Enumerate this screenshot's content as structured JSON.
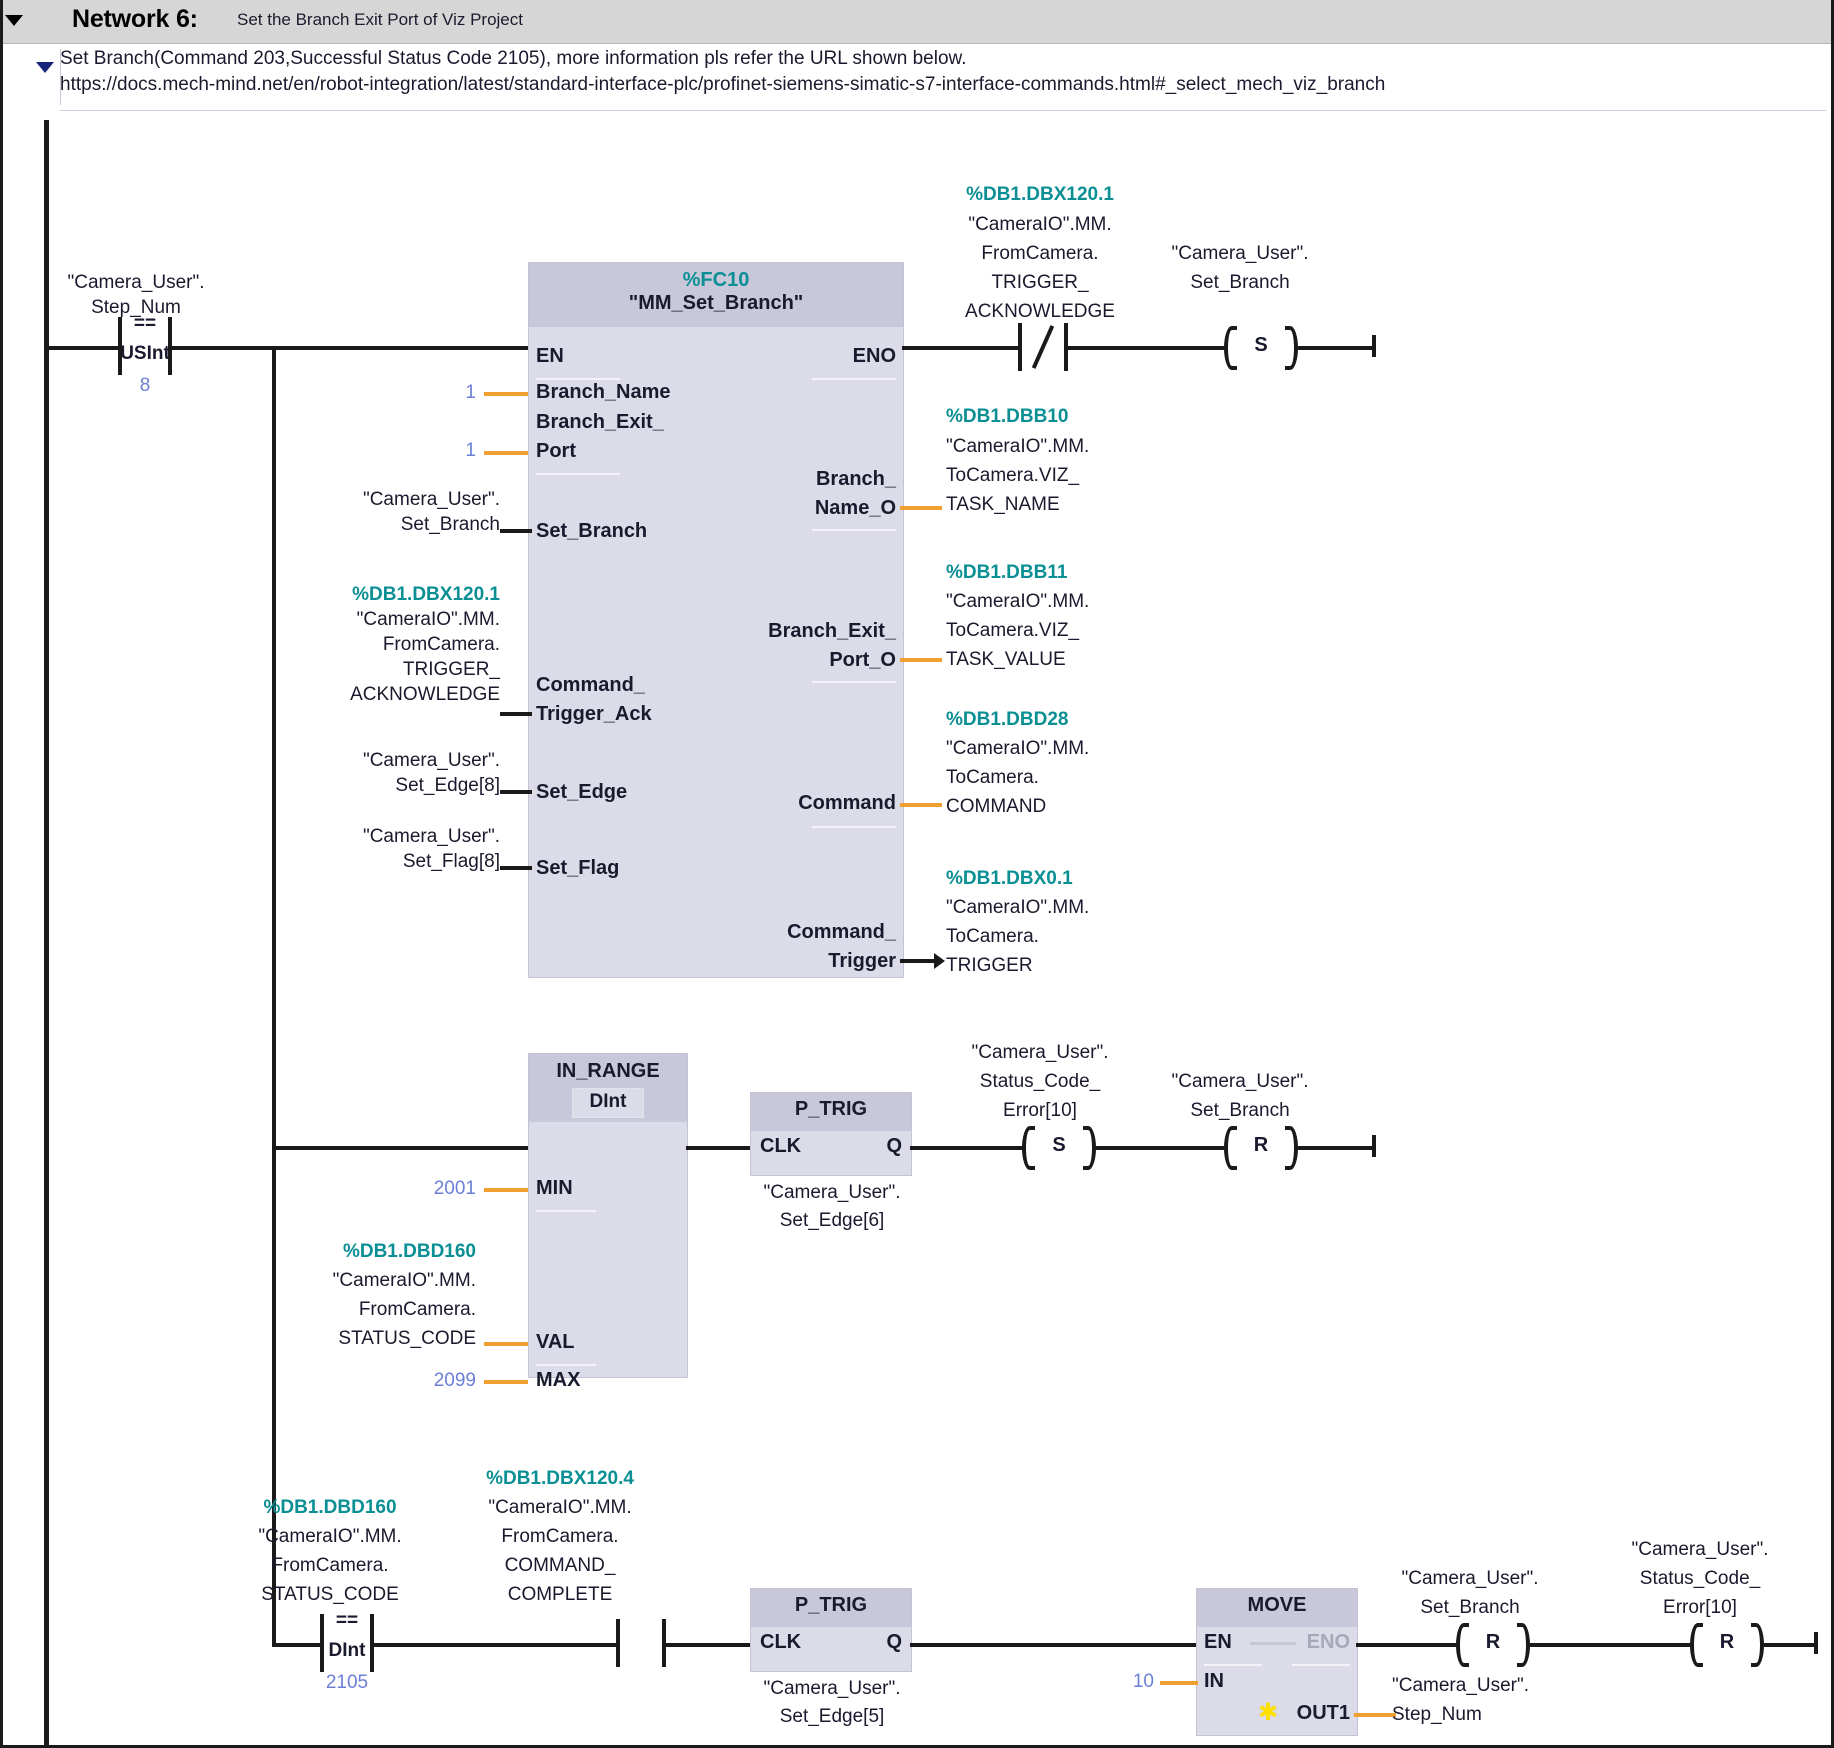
{
  "header": {
    "collapse_icon": "triangle-down-icon",
    "network_label": "Network 6:",
    "network_title": "Set the Branch Exit Port of Viz Project"
  },
  "comment": {
    "collapse_icon": "triangle-down-icon",
    "line1": "Set Branch(Command 203,Successful Status Code 2105), more information pls refer the URL shown below.",
    "line2": "https://docs.mech-mind.net/en/robot-integration/latest/standard-interface-plc/profinet-siemens-simatic-s7-interface-commands.html#_select_mech_viz_branch"
  },
  "rung1": {
    "contact": {
      "operand_line1": "\"Camera_User\".",
      "operand_line2": "Step_Num",
      "op": "==",
      "type": "USInt",
      "value": "8"
    },
    "fc_block": {
      "address": "%FC10",
      "name": "\"MM_Set_Branch\"",
      "en": "EN",
      "eno": "ENO",
      "inputs": [
        {
          "pin": "Branch_Name",
          "pin2": "",
          "value": "1",
          "kind": "const"
        },
        {
          "pin": "Branch_Exit_",
          "pin2": "Port",
          "value": "1",
          "kind": "const"
        },
        {
          "pin": "Set_Branch",
          "operand": [
            "\"Camera_User\".",
            "Set_Branch"
          ]
        },
        {
          "pin": "Command_",
          "pin2": "Trigger_Ack",
          "operand": [
            "%DB1.DBX120.1",
            "\"CameraIO\".MM.",
            "FromCamera.",
            "TRIGGER_",
            "ACKNOWLEDGE"
          ]
        },
        {
          "pin": "Set_Edge",
          "operand": [
            "\"Camera_User\".",
            "Set_Edge[8]"
          ]
        },
        {
          "pin": "Set_Flag",
          "operand": [
            "\"Camera_User\".",
            "Set_Flag[8]"
          ]
        }
      ],
      "outputs": [
        {
          "pin": "Branch_",
          "pin2": "Name_O",
          "operand": [
            "%DB1.DBB10",
            "\"CameraIO\".MM.",
            "ToCamera.VIZ_",
            "TASK_NAME"
          ]
        },
        {
          "pin": "Branch_Exit_",
          "pin2": "Port_O",
          "operand": [
            "%DB1.DBB11",
            "\"CameraIO\".MM.",
            "ToCamera.VIZ_",
            "TASK_VALUE"
          ]
        },
        {
          "pin": "Command",
          "pin2": "",
          "operand": [
            "%DB1.DBD28",
            "\"CameraIO\".MM.",
            "ToCamera.",
            "COMMAND"
          ]
        },
        {
          "pin": "Command_",
          "pin2": "Trigger",
          "operand": [
            "%DB1.DBX0.1",
            "\"CameraIO\".MM.",
            "ToCamera.",
            "TRIGGER"
          ]
        }
      ]
    },
    "nc_contact": {
      "operand": [
        "%DB1.DBX120.1",
        "\"CameraIO\".MM.",
        "FromCamera.",
        "TRIGGER_",
        "ACKNOWLEDGE"
      ]
    },
    "set_coil": {
      "letter": "S",
      "operand": [
        "\"Camera_User\".",
        "Set_Branch"
      ]
    }
  },
  "rung2": {
    "in_range": {
      "name": "IN_RANGE",
      "dtype": "DInt",
      "min_pin": "MIN",
      "min_value": "2001",
      "val_pin": "VAL",
      "val_operand": [
        "%DB1.DBD160",
        "\"CameraIO\".MM.",
        "FromCamera.",
        "STATUS_CODE"
      ],
      "max_pin": "MAX",
      "max_value": "2099"
    },
    "p_trig": {
      "name": "P_TRIG",
      "clk": "CLK",
      "q": "Q",
      "operand": [
        "\"Camera_User\".",
        "Set_Edge[6]"
      ]
    },
    "set_coil": {
      "letter": "S",
      "operand": [
        "\"Camera_User\".",
        "Status_Code_",
        "Error[10]"
      ]
    },
    "reset_coil": {
      "letter": "R",
      "operand": [
        "\"Camera_User\".",
        "Set_Branch"
      ]
    }
  },
  "rung3": {
    "cmp_contact": {
      "operand": [
        "%DB1.DBD160",
        "\"CameraIO\".MM.",
        "FromCamera.",
        "STATUS_CODE"
      ],
      "op": "==",
      "type": "DInt",
      "value": "2105"
    },
    "no_contact": {
      "operand": [
        "%DB1.DBX120.4",
        "\"CameraIO\".MM.",
        "FromCamera.",
        "COMMAND_",
        "COMPLETE"
      ]
    },
    "p_trig": {
      "name": "P_TRIG",
      "clk": "CLK",
      "q": "Q",
      "operand": [
        "\"Camera_User\".",
        "Set_Edge[5]"
      ]
    },
    "move": {
      "name": "MOVE",
      "en": "EN",
      "eno": "ENO",
      "in_pin": "IN",
      "in_value": "10",
      "out_pin": "OUT1",
      "out_icon": "asterisk-icon",
      "out_operand": [
        "\"Camera_User\".",
        "Step_Num"
      ]
    },
    "reset_coil_1": {
      "letter": "R",
      "operand": [
        "\"Camera_User\".",
        "Set_Branch"
      ]
    },
    "reset_coil_2": {
      "letter": "R",
      "operand": [
        "\"Camera_User\".",
        "Status_Code_",
        "Error[10]"
      ]
    }
  },
  "colors": {
    "address": "#0a8f94",
    "constant": "#6b7fd7",
    "block_fill": "#dcdce8",
    "block_header": "#c8c8da",
    "pin_wire": "#f0a030",
    "wire": "#1a1a1a",
    "header_bar": "#d6d6d6"
  }
}
